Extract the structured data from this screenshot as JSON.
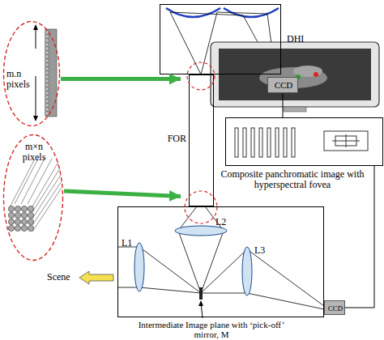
{
  "diagram": {
    "nodes": [
      {
        "text": [
          "m.n pixels"
        ]
      },
      {
        "text": [
          "m×n pixels"
        ]
      },
      {
        "text": [
          "DHI"
        ]
      },
      {
        "text": [
          "CCD"
        ]
      },
      {
        "text": [
          "FOR"
        ]
      },
      {
        "text": [
          "Composite panchromatic image with hyperspectral fovea"
        ]
      },
      {
        "text": [
          "Intermediate Image plane with ‘pick-off’ mirror, M"
        ]
      },
      {
        "text": [
          "CCD"
        ]
      }
    ],
    "edges": [
      {
        "from": 0,
        "to": 4,
        "arrow": "to"
      },
      {
        "from": 1,
        "to": 4,
        "arrow": "to"
      },
      {
        "from": 3,
        "to": 5,
        "arrow": "none"
      },
      {
        "from": 7,
        "to": 5,
        "arrow": "none"
      }
    ],
    "labels": [
      "L1",
      "L2",
      "L3",
      "Scene"
    ]
  }
}
